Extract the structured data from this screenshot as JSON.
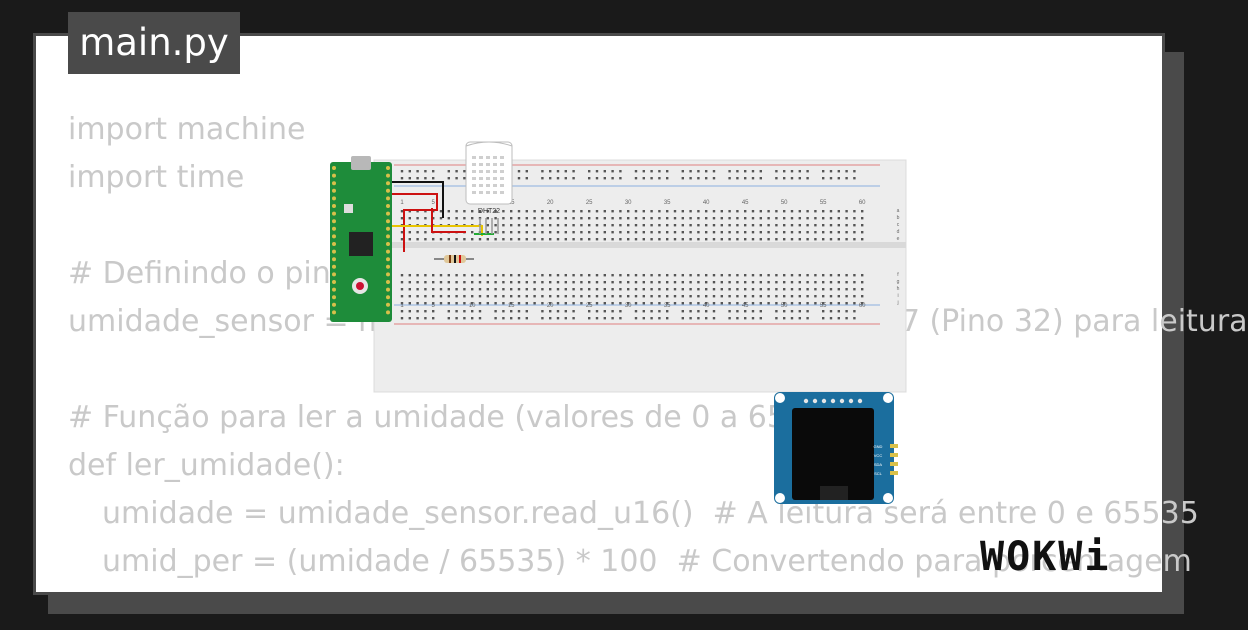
{
  "file_tab": {
    "label": "main.py"
  },
  "code_lines": [
    {
      "text": "import machine",
      "indent": false
    },
    {
      "text": "import time",
      "indent": false
    },
    {
      "text": "",
      "indent": false
    },
    {
      "text": "# Definindo o pino",
      "indent": false
    },
    {
      "text": "umidade_sensor = machine.ADC(27)  # Usando GPIO 27 (Pino 32) para leitura",
      "indent": false
    },
    {
      "text": "",
      "indent": false
    },
    {
      "text": "# Função para ler a umidade (valores de 0 a 65535)",
      "indent": false
    },
    {
      "text": "def ler_umidade():",
      "indent": false
    },
    {
      "text": "umidade = umidade_sensor.read_u16()  # A leitura será entre 0 e 65535",
      "indent": true
    },
    {
      "text": "umid_per = (umidade / 65535) * 100  # Convertendo para porcentagem",
      "indent": true
    }
  ],
  "simulation": {
    "sensor_label": "DHT22",
    "breadboard_column_labels": [
      "1",
      "5",
      "10",
      "15",
      "20",
      "25",
      "30",
      "35",
      "40",
      "45",
      "50",
      "55",
      "60"
    ],
    "breadboard_row_labels_top": [
      "a",
      "b",
      "c",
      "d",
      "e"
    ],
    "breadboard_row_labels_bottom": [
      "f",
      "g",
      "h",
      "i",
      "j"
    ],
    "oled_pin_labels": [
      "GND",
      "VCC",
      "SDA",
      "SCL"
    ]
  },
  "branding": {
    "logo_text": "WOKWi"
  },
  "colors": {
    "background": "#1a1a1a",
    "card": "#ffffff",
    "card_border": "#4a4a4a",
    "code_text": "#c9c9c9",
    "pico_board": "#1e8c3a",
    "breadboard": "#f0f0f0",
    "wire_red": "#d11",
    "wire_black": "#111",
    "wire_yellow": "#e8c400",
    "wire_green": "#22aa33"
  }
}
